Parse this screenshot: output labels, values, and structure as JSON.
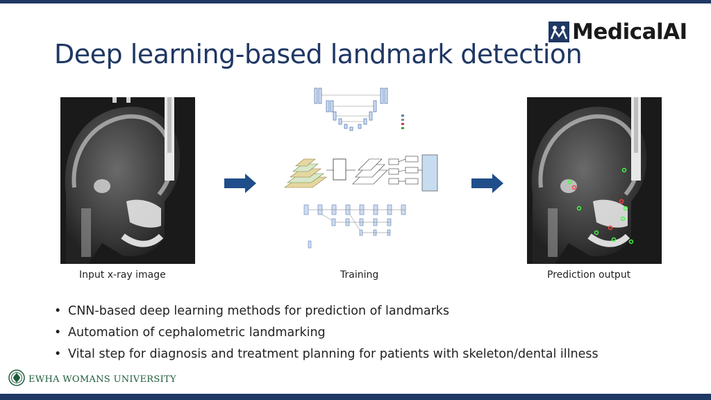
{
  "brand": {
    "name": "MedicalAI",
    "color": "#1f3864"
  },
  "slide": {
    "title": "Deep learning-based landmark detection",
    "captions": {
      "input": "Input x-ray image",
      "training": "Training",
      "prediction": "Prediction output"
    },
    "bullets": [
      "CNN-based deep learning methods for prediction of landmarks",
      "Automation of cephalometric landmarking",
      "Vital step for diagnosis and treatment planning for patients with skeleton/dental illness"
    ]
  },
  "footer": {
    "university": "EWHA WOMANS UNIVERSITY",
    "color": "#1e5c3a"
  },
  "icons": {
    "logo": "medicalai-logo-icon",
    "arrow": "right-arrow-icon",
    "university": "ewha-emblem-icon"
  }
}
